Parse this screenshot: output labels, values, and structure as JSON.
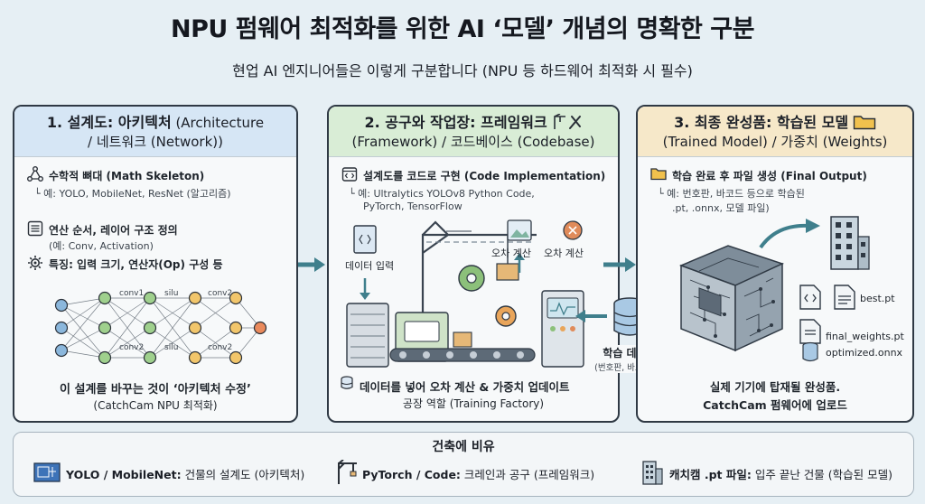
{
  "title": "NPU 펌웨어 최적화를 위한 AI ‘모델’ 개념의 명확한 구분",
  "subtitle": "현업 AI 엔지니어들은 이렇게 구분합니다 (NPU 등 하드웨어 최적화 시 필수)",
  "panel1": {
    "head_bold": "1. 설계도: 아키텍처",
    "head_en1": " (Architecture",
    "head_line2": "/ 네트워크 (Network))",
    "item1_bold": "수학적 뼈대 (Math Skeleton)",
    "item1_sub": "예: YOLO, MobileNet, ResNet (알고리즘)",
    "item2_bold": "연산 순서, 레이어 구조 정의",
    "item2_sub": "(예: Conv, Activation)",
    "item3": "특징: 입력 크기, 연산자(Op) 구성 등",
    "nn_labels": [
      "conv1",
      "silu",
      "conv2",
      "conv2",
      "silu",
      "conv2"
    ],
    "caption1": "이 설계를 바꾸는 것이 ‘아키텍처 수정’",
    "caption2": "(CatchCam NPU 최적화)"
  },
  "panel2": {
    "head_bold": "2. 공구와 작업장: 프레임워크",
    "head_line2": "(Framework) / 코드베이스 (Codebase)",
    "item1_bold": "설계도를 코드로 구현 (Code Implementation)",
    "item1_sub1": "예: Ultralytics YOLOv8 Python Code,",
    "item1_sub2": "PyTorch, TensorFlow",
    "data_in": "데이터 입력",
    "err1": "오차 계산",
    "err2": "오차 계산",
    "train_data": "학습 데이터",
    "train_data_sub": "(번호판, 바코드 등)",
    "caption1": "데이터를 넣어 오차 계산 & 가중치 업데이트",
    "caption2": "공장 역할 (Training Factory)"
  },
  "panel3": {
    "head_bold": "3. 최종 완성품: 학습된 모델",
    "head_line2": "(Trained Model) / 가중치 (Weights)",
    "item1_bold": "학습 완료 후 파일 생성 (Final Output)",
    "item1_sub1": "예: 번호판, 바코드 등으로 학습된",
    "item1_sub2": ".pt, .onnx, 모델 파일)",
    "file1": "best.pt",
    "file2": "final_weights.pt",
    "file3": "optimized.onnx",
    "caption1": "실제 기기에 탑재될 완성품.",
    "caption2": "CatchCam 펌웨어에 업로드"
  },
  "footer": {
    "title": "건축에 비유",
    "item1_bold": "YOLO / MobileNet:",
    "item1": " 건물의 설계도 (아키텍처)",
    "item2_bold": "PyTorch / Code:",
    "item2": " 크레인과 공구 (프레임워크)",
    "item3_bold": "캐치캠 .pt 파일:",
    "item3": " 입주 끝난 건물 (학습된 모델)"
  },
  "colors": {
    "panel1_head": "#d6e6f5",
    "panel2_head": "#d9edd6",
    "panel3_head": "#f6e8c9",
    "accent_teal": "#3f7f8c"
  }
}
